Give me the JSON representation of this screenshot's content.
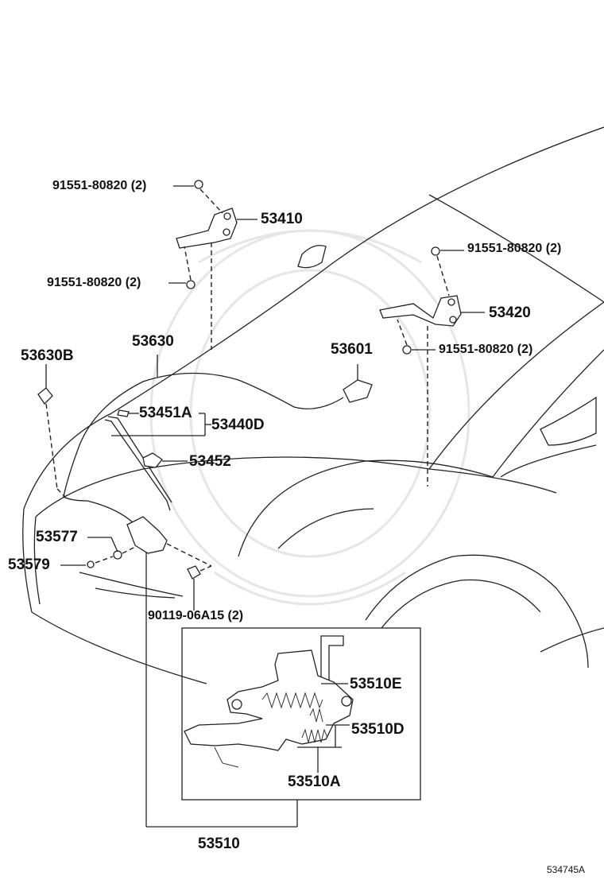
{
  "diagram": {
    "part_labels": {
      "bolt_upper_left": "91551-80820 (2)",
      "bolt_lower_left": "91551-80820 (2)",
      "hinge_left": "53410",
      "bolt_upper_right": "91551-80820 (2)",
      "hinge_right": "53420",
      "bolt_lower_right": "91551-80820 (2)",
      "cable_clamp": "53630B",
      "release_cable": "53630",
      "lever_assy": "53601",
      "support_rod": "53451A",
      "rod_set": "53440D",
      "rod_holder": "53452",
      "cushion": "53577",
      "grommet": "53579",
      "lock_bolt": "90119-06A15 (2)",
      "latch_e": "53510E",
      "latch_d": "53510D",
      "latch_a": "53510A",
      "lock_assy": "53510"
    },
    "illustration_id": "534745A"
  }
}
